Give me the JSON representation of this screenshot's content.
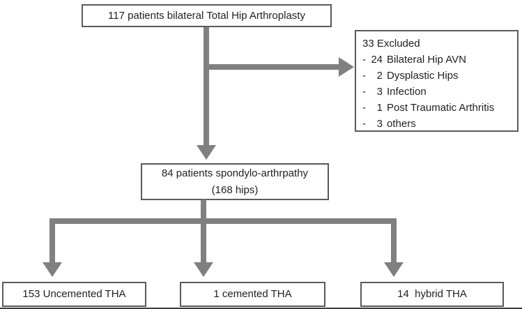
{
  "diagram": {
    "top_box": {
      "text": "117 patients bilateral Total Hip Arthroplasty"
    },
    "excluded_box": {
      "title": "33 Excluded",
      "items": [
        {
          "bullet": "-",
          "count": "24",
          "label": "Bilateral Hip AVN"
        },
        {
          "bullet": "-",
          "count": "2",
          "label": "Dysplastic Hips"
        },
        {
          "bullet": "-",
          "count": "3",
          "label": "Infection"
        },
        {
          "bullet": "-",
          "count": "1",
          "label": "Post Traumatic Arthritis"
        },
        {
          "bullet": "-",
          "count": "3",
          "label": "others"
        }
      ]
    },
    "middle_box": {
      "line1": "84 patients spondylo-arthrpathy",
      "line2": "(168 hips)"
    },
    "outcome_boxes": [
      {
        "text": "153 Uncemented THA"
      },
      {
        "text": "1 cemented THA"
      },
      {
        "text": "14  hybrid THA"
      }
    ],
    "colors": {
      "arrow": "#808080",
      "box_border": "#5a5a5a",
      "text": "#1f1f1f",
      "bottom_rule": "#3d3d3d",
      "background": "#ffffff"
    }
  }
}
